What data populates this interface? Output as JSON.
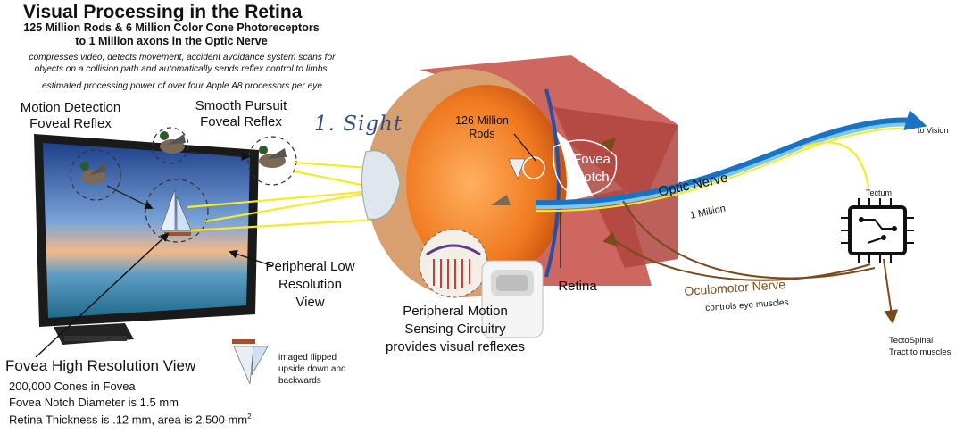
{
  "title": "Visual Processing in the Retina",
  "subtitle_line1": "125 Million Rods & 6 Million Color Cone Photoreceptors",
  "subtitle_line2": "to 1 Million axons in the Optic Nerve",
  "desc_line1": "compresses video, detects movement, accident avoidance system scans for",
  "desc_line2": "objects on a collision path and automatically sends reflex control to limbs.",
  "processing_power": "estimated processing power of over four Apple A8 processors per eye",
  "motion_detection_line1": "Motion Detection",
  "motion_detection_line2": "Foveal Reflex",
  "smooth_pursuit_line1": "Smooth Pursuit",
  "smooth_pursuit_line2": "Foveal Reflex",
  "sight_label": "1. Sight",
  "rods_line1": "126 Million",
  "rods_line2": "Rods",
  "fovea_line1": "Fovea",
  "fovea_line2": "Notch",
  "optic_nerve": "Optic Nerve",
  "optic_count": "1 Million",
  "to_vision": "to Vision",
  "tectum": "Tectum",
  "peripheral_low_line1": "Peripheral Low",
  "peripheral_low_line2": "Resolution",
  "peripheral_low_line3": "View",
  "retina": "Retina",
  "peripheral_motion_line1": "Peripheral Motion",
  "peripheral_motion_line2": "Sensing Circuitry",
  "peripheral_motion_line3": "provides visual reflexes",
  "oculomotor": "Oculomotor Nerve",
  "controls_eye": "controls eye muscles",
  "tectospinal_line1": "TectoSpinal",
  "tectospinal_line2": "Tract to muscles",
  "fovea_view": "Fovea High Resolution View",
  "cones": "200,000 Cones in Fovea",
  "notch_diameter": "Fovea Notch Diameter is 1.5 mm",
  "retina_thickness": "Retina Thickness is .12 mm, area is 2,500 mm",
  "superscript": "2",
  "imaged_line1": "imaged flipped",
  "imaged_line2": "upside down and",
  "imaged_line3": "backwards",
  "colors": {
    "sight_blue": "#2f4f7f",
    "oculomotor_brown": "#7a4a1c",
    "nerve_blue": "#1a72c4",
    "nerve_yellow": "#f6ea2a",
    "muscle_red": "#c8564f",
    "retina_orange": "#f08a2a"
  },
  "icons": [
    "monitor-icon",
    "duck-icon",
    "sailboat-icon",
    "eyeball-icon",
    "motion-sensor-icon",
    "chip-icon",
    "arrow-icon"
  ]
}
